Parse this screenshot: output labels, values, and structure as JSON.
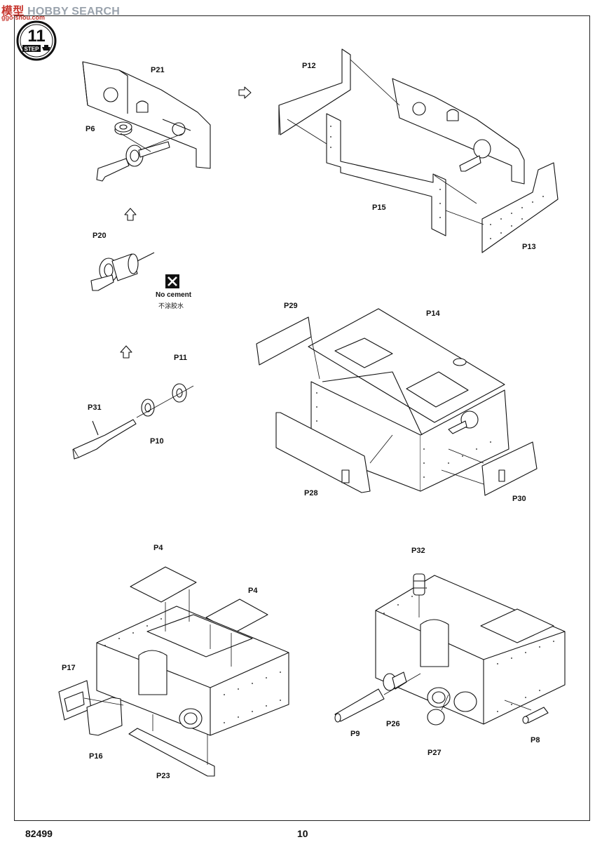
{
  "watermark": {
    "cn": "模型",
    "en": "HOBBY SEARCH",
    "sub": "ggo-shou.com"
  },
  "step": {
    "number": "11",
    "label": "STEP"
  },
  "note": {
    "english": "No cement",
    "chinese": "不涂胶水"
  },
  "parts": {
    "p21": "P21",
    "p6": "P6",
    "p20": "P20",
    "p11": "P11",
    "p31": "P31",
    "p10": "P10",
    "p12": "P12",
    "p15": "P15",
    "p13": "P13",
    "p29": "P29",
    "p14": "P14",
    "p28": "P28",
    "p30": "P30",
    "p4a": "P4",
    "p4b": "P4",
    "p17": "P17",
    "p16": "P16",
    "p23": "P23",
    "p32": "P32",
    "p9": "P9",
    "p26": "P26",
    "p27": "P27",
    "p8": "P8"
  },
  "footer": {
    "code": "82499",
    "page": "10"
  }
}
